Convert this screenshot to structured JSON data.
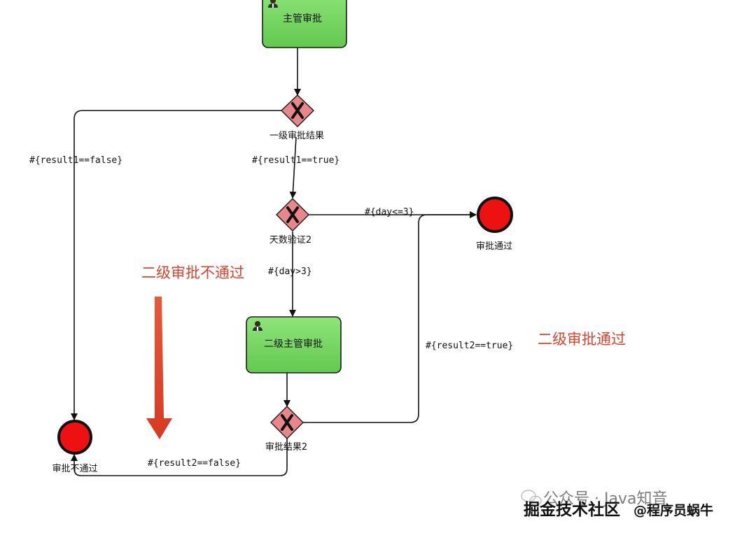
{
  "colors": {
    "task_fill": "#7fdc6a",
    "gateway_fill": "#e8868a",
    "end_fill": "#ee1111",
    "annotation_red": "#d8452d",
    "flow_stroke": "#111111"
  },
  "tasks": {
    "supervisor": {
      "label": "主管审批",
      "icon": "user-icon"
    },
    "second_supervisor": {
      "label": "二级主管审批",
      "icon": "user-icon"
    }
  },
  "gateways": {
    "first_result": {
      "label": "一级审批结果",
      "icon": "exclusive-x-icon"
    },
    "day_check": {
      "label": "天数验证2",
      "icon": "exclusive-x-icon"
    },
    "second_result": {
      "label": "审批结果2",
      "icon": "exclusive-x-icon"
    }
  },
  "end_events": {
    "approved": {
      "label": "审批通过"
    },
    "rejected": {
      "label": "审批不通过"
    }
  },
  "conditions": {
    "result1_false": "#{result1==false}",
    "result1_true": "#{result1==true}",
    "day_le_3": "#{day<=3}",
    "day_gt_3": "#{day>3}",
    "result2_true": "#{result2==true}",
    "result2_false": "#{result2==false}"
  },
  "annotations": {
    "second_reject": "二级审批不通过",
    "second_pass": "二级审批通过"
  },
  "watermark": {
    "wechat": "公众号 · Java知音",
    "juejin": "掘金技术社区",
    "author": "@程序员蜗牛"
  }
}
